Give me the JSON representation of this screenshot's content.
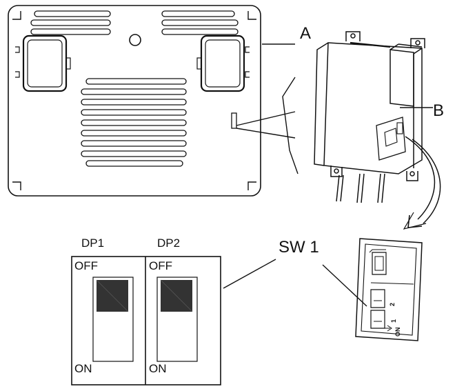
{
  "callouts": {
    "a": "A",
    "b": "B",
    "sw1": "SW 1"
  },
  "switches": {
    "dp1": {
      "label": "DP1",
      "off": "OFF",
      "on": "ON",
      "position": "OFF"
    },
    "dp2": {
      "label": "DP2",
      "off": "OFF",
      "on": "ON",
      "position": "OFF"
    }
  },
  "detail": {
    "num_2": "2",
    "num_1": "1",
    "on_mark": "ON"
  },
  "colors": {
    "line": "#111111",
    "knob": "#333333",
    "background": "#ffffff"
  }
}
